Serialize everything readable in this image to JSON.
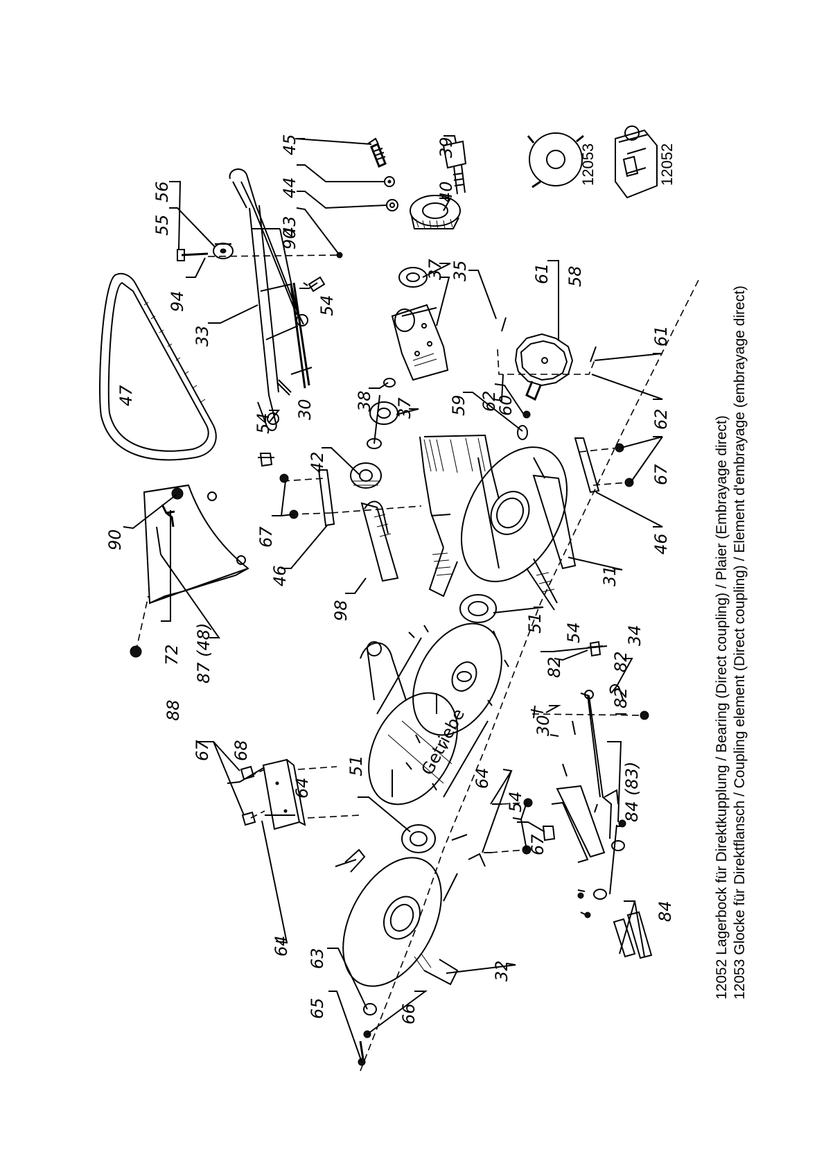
{
  "title": "",
  "captions": {
    "line1": "12052 Lagerbock für Direktkupplung / Bearing (Direct coupling) / Plaier (Embrayage direct)",
    "line2": "12053 Glocke für Direktflansch / Coupling element (Direct coupling) / Element d'embrayage (embrayage direct)"
  },
  "inset": {
    "code_a": "12053",
    "code_b": "12052"
  },
  "gear_text": "Getriebe",
  "part_labels": [
    {
      "id": "p45",
      "text": "45"
    },
    {
      "id": "p39",
      "text": "39"
    },
    {
      "id": "p44",
      "text": "44"
    },
    {
      "id": "p40",
      "text": "40"
    },
    {
      "id": "p43",
      "text": "43"
    },
    {
      "id": "p90a",
      "text": "90"
    },
    {
      "id": "p56",
      "text": "56"
    },
    {
      "id": "p55",
      "text": "55"
    },
    {
      "id": "p94",
      "text": "94"
    },
    {
      "id": "p54a",
      "text": "54"
    },
    {
      "id": "p37a",
      "text": "37"
    },
    {
      "id": "p35",
      "text": "35"
    },
    {
      "id": "p61a",
      "text": "61"
    },
    {
      "id": "p58",
      "text": "58"
    },
    {
      "id": "p33",
      "text": "33"
    },
    {
      "id": "p47",
      "text": "47"
    },
    {
      "id": "p30a",
      "text": "30"
    },
    {
      "id": "p54b",
      "text": "54"
    },
    {
      "id": "p38",
      "text": "38"
    },
    {
      "id": "p37b",
      "text": "37"
    },
    {
      "id": "p42",
      "text": "42"
    },
    {
      "id": "p59",
      "text": "59"
    },
    {
      "id": "p62a",
      "text": "62"
    },
    {
      "id": "p60",
      "text": "60"
    },
    {
      "id": "p61b",
      "text": "61"
    },
    {
      "id": "p62b",
      "text": "62"
    },
    {
      "id": "p90b",
      "text": "90"
    },
    {
      "id": "p67a",
      "text": "67"
    },
    {
      "id": "p46a",
      "text": "46"
    },
    {
      "id": "p67b",
      "text": "67"
    },
    {
      "id": "p46b",
      "text": "46"
    },
    {
      "id": "p98",
      "text": "98"
    },
    {
      "id": "p31",
      "text": "31"
    },
    {
      "id": "p72",
      "text": "72"
    },
    {
      "id": "p87",
      "text": "87 (48)"
    },
    {
      "id": "p88",
      "text": "88"
    },
    {
      "id": "p51a",
      "text": "51"
    },
    {
      "id": "p82a",
      "text": "82"
    },
    {
      "id": "p54c",
      "text": "54"
    },
    {
      "id": "p34",
      "text": "34"
    },
    {
      "id": "p82b",
      "text": "82"
    },
    {
      "id": "p82c",
      "text": "82"
    },
    {
      "id": "p30b",
      "text": "30"
    },
    {
      "id": "p51b",
      "text": "51"
    },
    {
      "id": "p68",
      "text": "68"
    },
    {
      "id": "p64a",
      "text": "64"
    },
    {
      "id": "p67c",
      "text": "67"
    },
    {
      "id": "p54d",
      "text": "54"
    },
    {
      "id": "p84a",
      "text": "84 (83)"
    },
    {
      "id": "p64b",
      "text": "64"
    },
    {
      "id": "p67d",
      "text": "67"
    },
    {
      "id": "p64c",
      "text": "64"
    },
    {
      "id": "p84b",
      "text": "84"
    },
    {
      "id": "p63",
      "text": "63"
    },
    {
      "id": "p65",
      "text": "65"
    },
    {
      "id": "p66",
      "text": "66"
    },
    {
      "id": "p32",
      "text": "32"
    }
  ]
}
